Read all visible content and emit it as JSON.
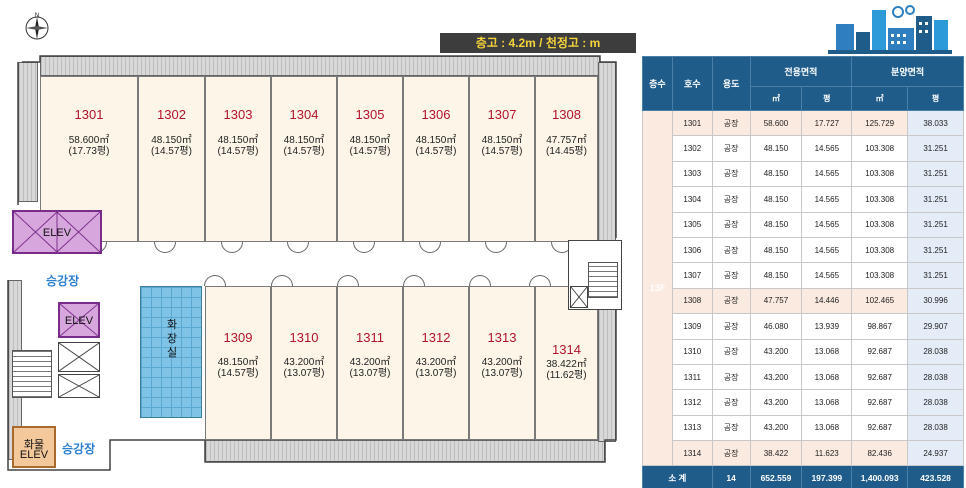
{
  "banner": "층고 : 4.2m / 천정고 : m",
  "compass_label": "N",
  "labels": {
    "elev_top": "ELEV",
    "elev_mid": "ELEV",
    "freight_elev_line1": "화물",
    "freight_elev_line2": "ELEV",
    "lobby_top": "승강장",
    "lobby_bottom": "승강장",
    "restroom": "화장실"
  },
  "rooms_top": [
    {
      "no": "1301",
      "area": "58.600㎡",
      "pyeong": "(17.73평)"
    },
    {
      "no": "1302",
      "area": "48.150㎡",
      "pyeong": "(14.57평)"
    },
    {
      "no": "1303",
      "area": "48.150㎡",
      "pyeong": "(14.57평)"
    },
    {
      "no": "1304",
      "area": "48.150㎡",
      "pyeong": "(14.57평)"
    },
    {
      "no": "1305",
      "area": "48.150㎡",
      "pyeong": "(14.57평)"
    },
    {
      "no": "1306",
      "area": "48.150㎡",
      "pyeong": "(14.57평)"
    },
    {
      "no": "1307",
      "area": "48.150㎡",
      "pyeong": "(14.57평)"
    },
    {
      "no": "1308",
      "area": "47.757㎡",
      "pyeong": "(14.45평)"
    }
  ],
  "rooms_bottom": [
    {
      "no": "1309",
      "area": "48.150㎡",
      "pyeong": "(14.57평)"
    },
    {
      "no": "1310",
      "area": "43.200㎡",
      "pyeong": "(13.07평)"
    },
    {
      "no": "1311",
      "area": "43.200㎡",
      "pyeong": "(13.07평)"
    },
    {
      "no": "1312",
      "area": "43.200㎡",
      "pyeong": "(13.07평)"
    },
    {
      "no": "1313",
      "area": "43.200㎡",
      "pyeong": "(13.07평)"
    },
    {
      "no": "1314",
      "area": "38.422㎡",
      "pyeong": "(11.62평)"
    }
  ],
  "table": {
    "headers": {
      "floor": "층수",
      "unit": "호수",
      "use": "용도",
      "exclusive": "전용면적",
      "sale": "분양면적",
      "sqm": "㎡",
      "pyeong": "평"
    },
    "floor_label": "13F",
    "rows": [
      {
        "unit": "1301",
        "use": "공장",
        "ex_m2": "58.600",
        "ex_py": "17.727",
        "sale_m2": "125.729",
        "sale_py": "38.033",
        "highlight": true
      },
      {
        "unit": "1302",
        "use": "공장",
        "ex_m2": "48.150",
        "ex_py": "14.565",
        "sale_m2": "103.308",
        "sale_py": "31.251",
        "highlight": false
      },
      {
        "unit": "1303",
        "use": "공장",
        "ex_m2": "48.150",
        "ex_py": "14.565",
        "sale_m2": "103.308",
        "sale_py": "31.251",
        "highlight": false
      },
      {
        "unit": "1304",
        "use": "공장",
        "ex_m2": "48.150",
        "ex_py": "14.565",
        "sale_m2": "103.308",
        "sale_py": "31.251",
        "highlight": false
      },
      {
        "unit": "1305",
        "use": "공장",
        "ex_m2": "48.150",
        "ex_py": "14.565",
        "sale_m2": "103.308",
        "sale_py": "31.251",
        "highlight": false
      },
      {
        "unit": "1306",
        "use": "공장",
        "ex_m2": "48.150",
        "ex_py": "14.565",
        "sale_m2": "103.308",
        "sale_py": "31.251",
        "highlight": false
      },
      {
        "unit": "1307",
        "use": "공장",
        "ex_m2": "48.150",
        "ex_py": "14.565",
        "sale_m2": "103.308",
        "sale_py": "31.251",
        "highlight": false
      },
      {
        "unit": "1308",
        "use": "공장",
        "ex_m2": "47.757",
        "ex_py": "14.446",
        "sale_m2": "102.465",
        "sale_py": "30.996",
        "highlight": true
      },
      {
        "unit": "1309",
        "use": "공장",
        "ex_m2": "46.080",
        "ex_py": "13.939",
        "sale_m2": "98.867",
        "sale_py": "29.907",
        "highlight": false
      },
      {
        "unit": "1310",
        "use": "공장",
        "ex_m2": "43.200",
        "ex_py": "13.068",
        "sale_m2": "92.687",
        "sale_py": "28.038",
        "highlight": false
      },
      {
        "unit": "1311",
        "use": "공장",
        "ex_m2": "43.200",
        "ex_py": "13.068",
        "sale_m2": "92.687",
        "sale_py": "28.038",
        "highlight": false
      },
      {
        "unit": "1312",
        "use": "공장",
        "ex_m2": "43.200",
        "ex_py": "13.068",
        "sale_m2": "92.687",
        "sale_py": "28.038",
        "highlight": false
      },
      {
        "unit": "1313",
        "use": "공장",
        "ex_m2": "43.200",
        "ex_py": "13.068",
        "sale_m2": "92.687",
        "sale_py": "28.038",
        "highlight": false
      },
      {
        "unit": "1314",
        "use": "공장",
        "ex_m2": "38.422",
        "ex_py": "11.623",
        "sale_m2": "82.436",
        "sale_py": "24.937",
        "highlight": true
      }
    ],
    "total": {
      "label": "소 계",
      "count": "14",
      "ex_m2": "652.559",
      "ex_py": "197.399",
      "sale_m2": "1,400.093",
      "sale_py": "423.528"
    }
  },
  "colors": {
    "header_blue": "#1f5c8a",
    "highlight_row": "#fbeae0",
    "room_fill": "#fdf6e8",
    "room_number": "#b3122a",
    "elevator": "#d6a6dc",
    "restroom": "#7fc4e6",
    "banner_text": "#f5d33a"
  },
  "icons": [
    "compass-icon",
    "building-icon"
  ]
}
